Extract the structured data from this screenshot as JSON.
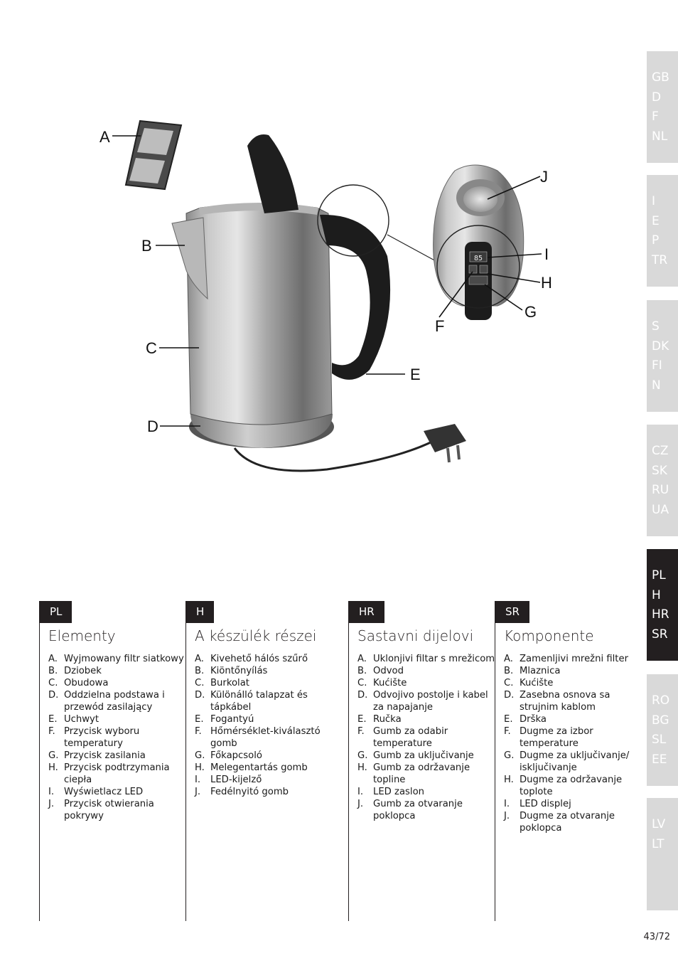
{
  "side_tabs": [
    {
      "codes": [
        "GB",
        "D",
        "F",
        "NL"
      ],
      "active": false
    },
    {
      "codes": [
        "I",
        "E",
        "P",
        "TR"
      ],
      "active": false
    },
    {
      "codes": [
        "S",
        "DK",
        "FI",
        "N"
      ],
      "active": false
    },
    {
      "codes": [
        "CZ",
        "SK",
        "RU",
        "UA"
      ],
      "active": false
    },
    {
      "codes": [
        "PL",
        "H",
        "HR",
        "SR"
      ],
      "active": true
    },
    {
      "codes": [
        "RO",
        "BG",
        "SL",
        "EE"
      ],
      "active": false
    },
    {
      "codes": [
        "LV",
        "LT"
      ],
      "active": false
    }
  ],
  "figure": {
    "callouts": [
      "A",
      "B",
      "C",
      "D",
      "E",
      "F",
      "G",
      "H",
      "I",
      "J"
    ],
    "display_reading": "85"
  },
  "columns": [
    {
      "badge": "PL",
      "title": "Elementy",
      "items": [
        {
          "letter": "A.",
          "text": "Wyjmowany filtr siatkowy"
        },
        {
          "letter": "B.",
          "text": "Dziobek"
        },
        {
          "letter": "C.",
          "text": "Obudowa"
        },
        {
          "letter": "D.",
          "text": "Oddzielna podstawa i przewód zasilający"
        },
        {
          "letter": "E.",
          "text": "Uchwyt"
        },
        {
          "letter": "F.",
          "text": "Przycisk wyboru temperatury"
        },
        {
          "letter": "G.",
          "text": "Przycisk zasilania"
        },
        {
          "letter": "H.",
          "text": "Przycisk podtrzymania ciepła"
        },
        {
          "letter": "I.",
          "text": "Wyświetlacz LED"
        },
        {
          "letter": "J.",
          "text": "Przycisk otwierania pokrywy"
        }
      ]
    },
    {
      "badge": "H",
      "title": "A készülék részei",
      "items": [
        {
          "letter": "A.",
          "text": "Kivehető hálós szűrő"
        },
        {
          "letter": "B.",
          "text": "Kiöntőnyílás"
        },
        {
          "letter": "C.",
          "text": "Burkolat"
        },
        {
          "letter": "D.",
          "text": "Különálló talapzat és tápkábel"
        },
        {
          "letter": "E.",
          "text": "Fogantyú"
        },
        {
          "letter": "F.",
          "text": "Hőmérséklet-kiválasztó gomb"
        },
        {
          "letter": "G.",
          "text": "Főkapcsoló"
        },
        {
          "letter": "H.",
          "text": "Melegentartás gomb"
        },
        {
          "letter": "I.",
          "text": "LED-kijelző"
        },
        {
          "letter": "J.",
          "text": "Fedélnyitó gomb"
        }
      ]
    },
    {
      "badge": "HR",
      "title": "Sastavni dijelovi",
      "items": [
        {
          "letter": "A.",
          "text": "Uklonjivi filtar s mrežicom"
        },
        {
          "letter": "B.",
          "text": "Odvod"
        },
        {
          "letter": "C.",
          "text": "Kućište"
        },
        {
          "letter": "D.",
          "text": "Odvojivo postolje i kabel za napajanje"
        },
        {
          "letter": "E.",
          "text": "Ručka"
        },
        {
          "letter": "F.",
          "text": "Gumb za odabir temperature"
        },
        {
          "letter": "G.",
          "text": "Gumb za uključivanje"
        },
        {
          "letter": "H.",
          "text": "Gumb za održavanje topline"
        },
        {
          "letter": "I.",
          "text": "LED zaslon"
        },
        {
          "letter": "J.",
          "text": "Gumb za otvaranje poklopca"
        }
      ]
    },
    {
      "badge": "SR",
      "title": "Komponente",
      "items": [
        {
          "letter": "A.",
          "text": "Zamenljivi mrežni filter"
        },
        {
          "letter": "B.",
          "text": "Mlaznica"
        },
        {
          "letter": "C.",
          "text": "Kućište"
        },
        {
          "letter": "D.",
          "text": "Zasebna osnova sa strujnim kablom"
        },
        {
          "letter": "E.",
          "text": "Drška"
        },
        {
          "letter": "F.",
          "text": "Dugme za izbor temperature"
        },
        {
          "letter": "G.",
          "text": "Dugme za uključivanje/ isključivanje"
        },
        {
          "letter": "H.",
          "text": "Dugme za održavanje toplote"
        },
        {
          "letter": "I.",
          "text": "LED displej"
        },
        {
          "letter": "J.",
          "text": "Dugme za otvaranje poklopca"
        }
      ]
    }
  ],
  "page_number": "43/72"
}
